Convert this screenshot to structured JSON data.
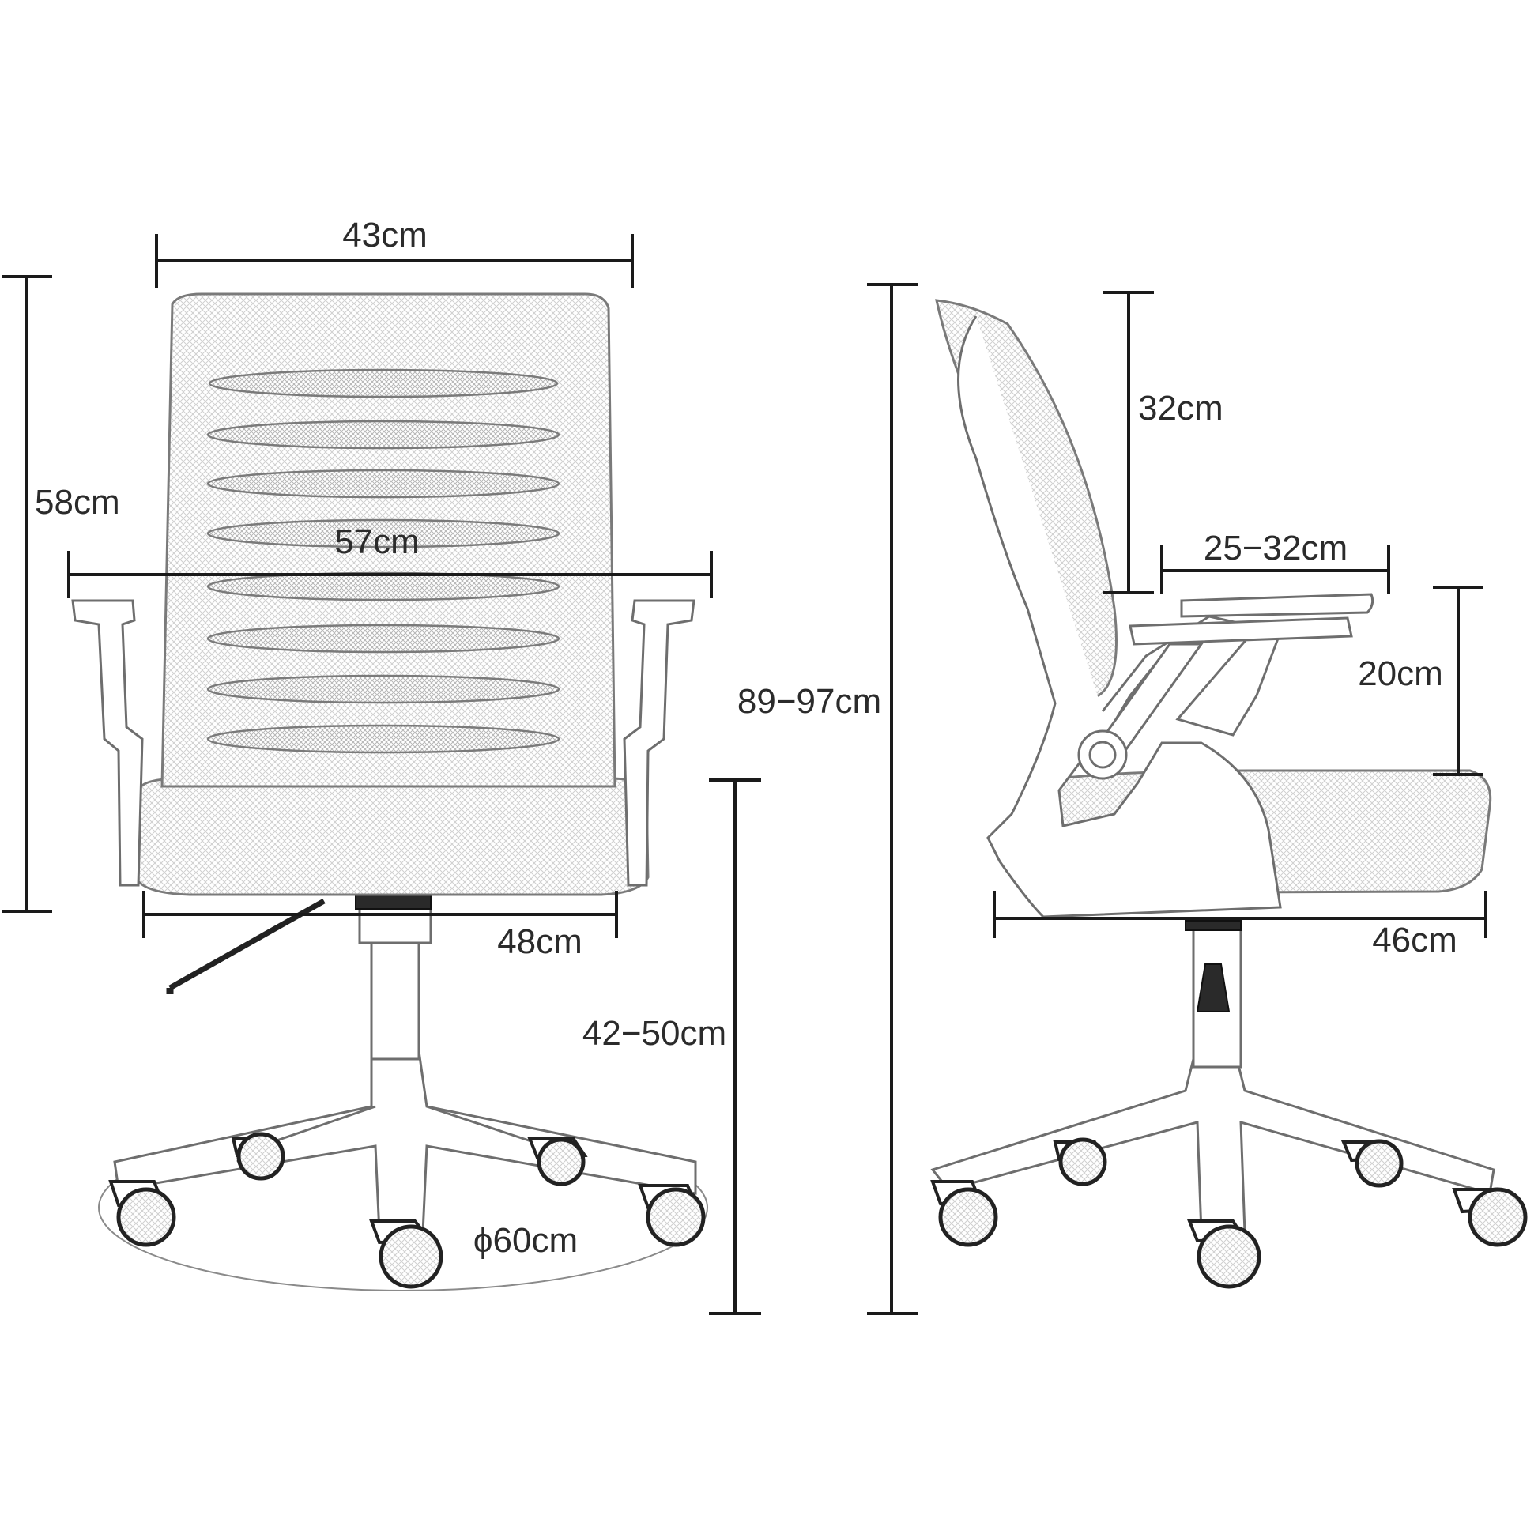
{
  "front_view": {
    "back_width": "43cm",
    "back_height": "58cm",
    "armrest_span": "57cm",
    "seat_width": "48cm",
    "seat_height": "42−50cm",
    "base_diameter": "ϕ60cm"
  },
  "side_view": {
    "total_height": "89−97cm",
    "back_upper": "32cm",
    "armrest_depth": "25−32cm",
    "armrest_height": "20cm",
    "seat_depth": "46cm"
  },
  "colors": {
    "dimension_lines": "#1a1a1a",
    "sketch_lines": "#6e6e6e",
    "background": "#ffffff"
  }
}
